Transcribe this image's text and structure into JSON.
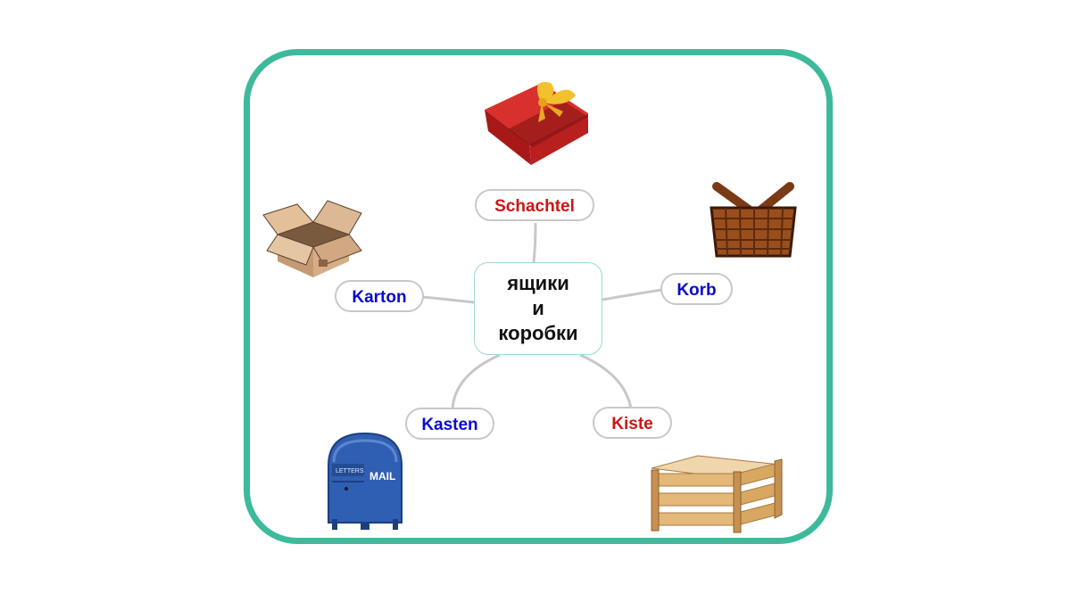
{
  "center": {
    "lines": [
      "ящики",
      "и",
      "коробки"
    ]
  },
  "nodes": [
    {
      "key": "schachtel",
      "label": "Schachtel",
      "color": "#d01414"
    },
    {
      "key": "korb",
      "label": "Korb",
      "color": "#0a0acc"
    },
    {
      "key": "kiste",
      "label": "Kiste",
      "color": "#d01414"
    },
    {
      "key": "kasten",
      "label": "Kasten",
      "color": "#0a0acc"
    },
    {
      "key": "karton",
      "label": "Karton",
      "color": "#0a0acc"
    }
  ],
  "images": {
    "mailbox_label_top": "LETTERS",
    "mailbox_label_main": "MAIL"
  },
  "colors": {
    "frame": "#3dba9b",
    "connector": "#c8c8c8",
    "center_border": "#9fd8d0"
  }
}
